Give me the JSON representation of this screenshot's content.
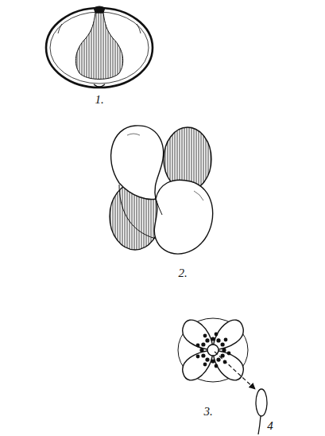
{
  "diagram": {
    "labels": [
      "1.",
      "2.",
      "3.",
      "4"
    ]
  }
}
